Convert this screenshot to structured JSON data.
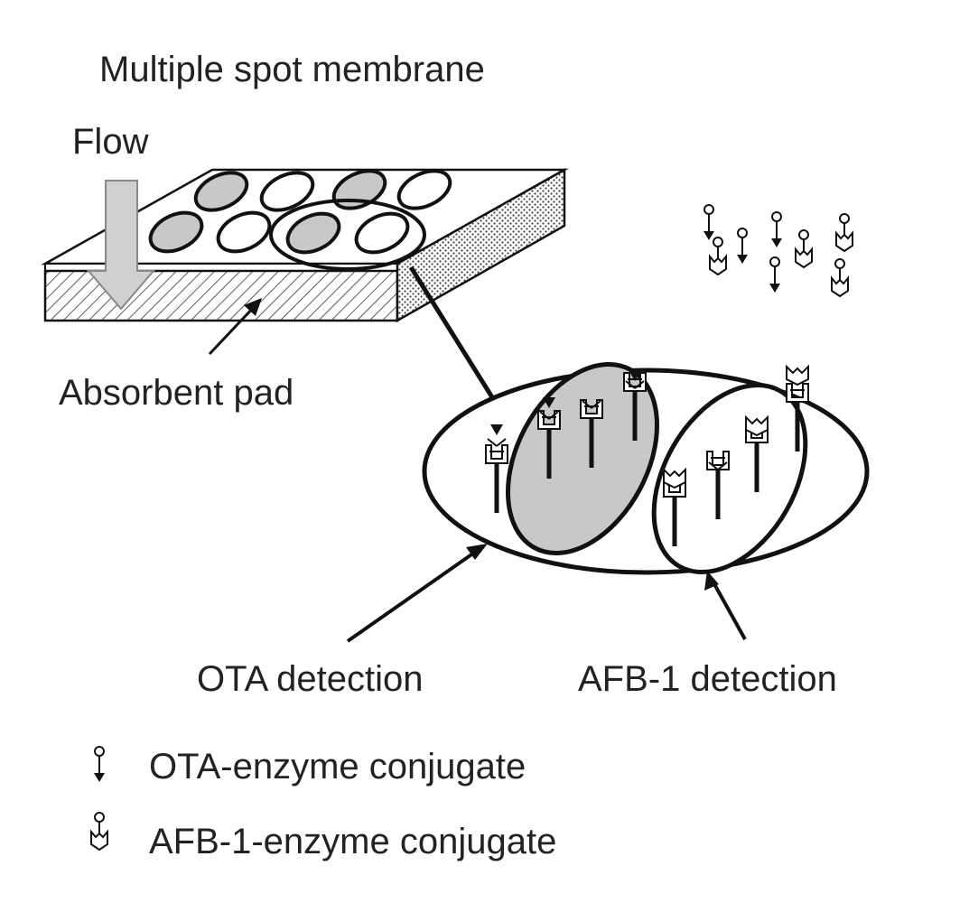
{
  "title": "Multiple spot membrane",
  "flow_label": "Flow",
  "absorbent_pad_label": "Absorbent pad",
  "ota_detection_label": "OTA detection",
  "afb_detection_label": "AFB-1 detection",
  "legend": {
    "ota_conjugate": "OTA-enzyme conjugate",
    "afb_conjugate": "AFB-1-enzyme conjugate"
  },
  "colors": {
    "ink": "#111111",
    "spot_fill": "#c8c8c8",
    "arrow_fill": "#d0d0d0",
    "background": "#ffffff"
  },
  "icons": {
    "ota_conjugate": "stick-with-loop-and-down-triangle",
    "afb_conjugate": "stick-with-loop-and-chevron-cup",
    "antibody": "y-shaped-antibody"
  }
}
